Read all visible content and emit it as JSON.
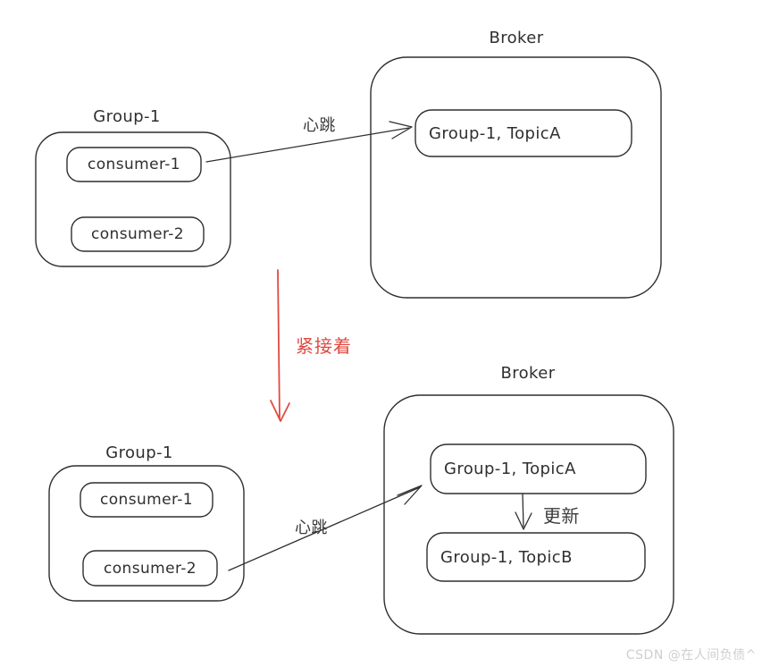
{
  "palette": {
    "stroke": "#2f2f2f",
    "red": "#e04a40",
    "watermark_color": "#cfcfcf",
    "background": "#ffffff"
  },
  "top": {
    "group": {
      "title": "Group-1",
      "members": [
        "consumer-1",
        "consumer-2"
      ]
    },
    "broker": {
      "title": "Broker",
      "entries": [
        "Group-1, TopicA"
      ]
    },
    "heartbeat_label": "心跳"
  },
  "transition": {
    "label": "紧接着"
  },
  "bottom": {
    "group": {
      "title": "Group-1",
      "members": [
        "consumer-1",
        "consumer-2"
      ]
    },
    "broker": {
      "title": "Broker",
      "entries": [
        "Group-1, TopicA",
        "Group-1, TopicB"
      ]
    },
    "heartbeat_label": "心跳",
    "update_label": "更新"
  },
  "watermark": {
    "text": "CSDN @在人间负债^"
  }
}
